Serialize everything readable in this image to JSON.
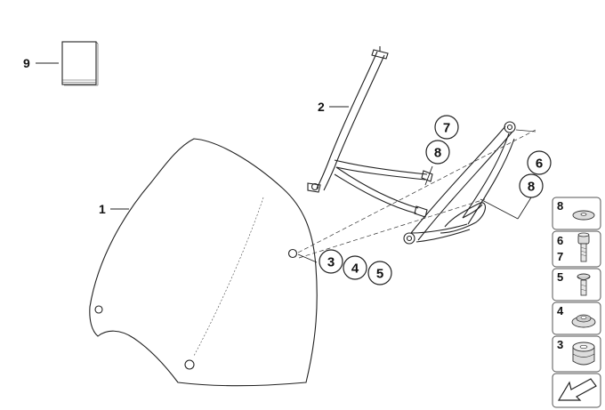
{
  "diagram": {
    "callouts": {
      "c1": "1",
      "c2": "2",
      "c3": "3",
      "c4": "4",
      "c5": "5",
      "c6": "6",
      "c7": "7",
      "c8a": "8",
      "c8b": "8",
      "c9": "9"
    },
    "legend": [
      {
        "label": "8",
        "icon": "washer-icon"
      },
      {
        "label": "6\n7",
        "icon": "hex-socket-bolt-icon"
      },
      {
        "label": "5",
        "icon": "torx-screw-icon"
      },
      {
        "label": "4",
        "icon": "grommet-icon"
      },
      {
        "label": "3",
        "icon": "rubber-mount-icon"
      },
      {
        "label": "",
        "icon": "arrow-icon"
      }
    ],
    "legend_labels": {
      "l8": "8",
      "l6": "6",
      "l7": "7",
      "l5": "5",
      "l4": "4",
      "l3": "3"
    }
  }
}
